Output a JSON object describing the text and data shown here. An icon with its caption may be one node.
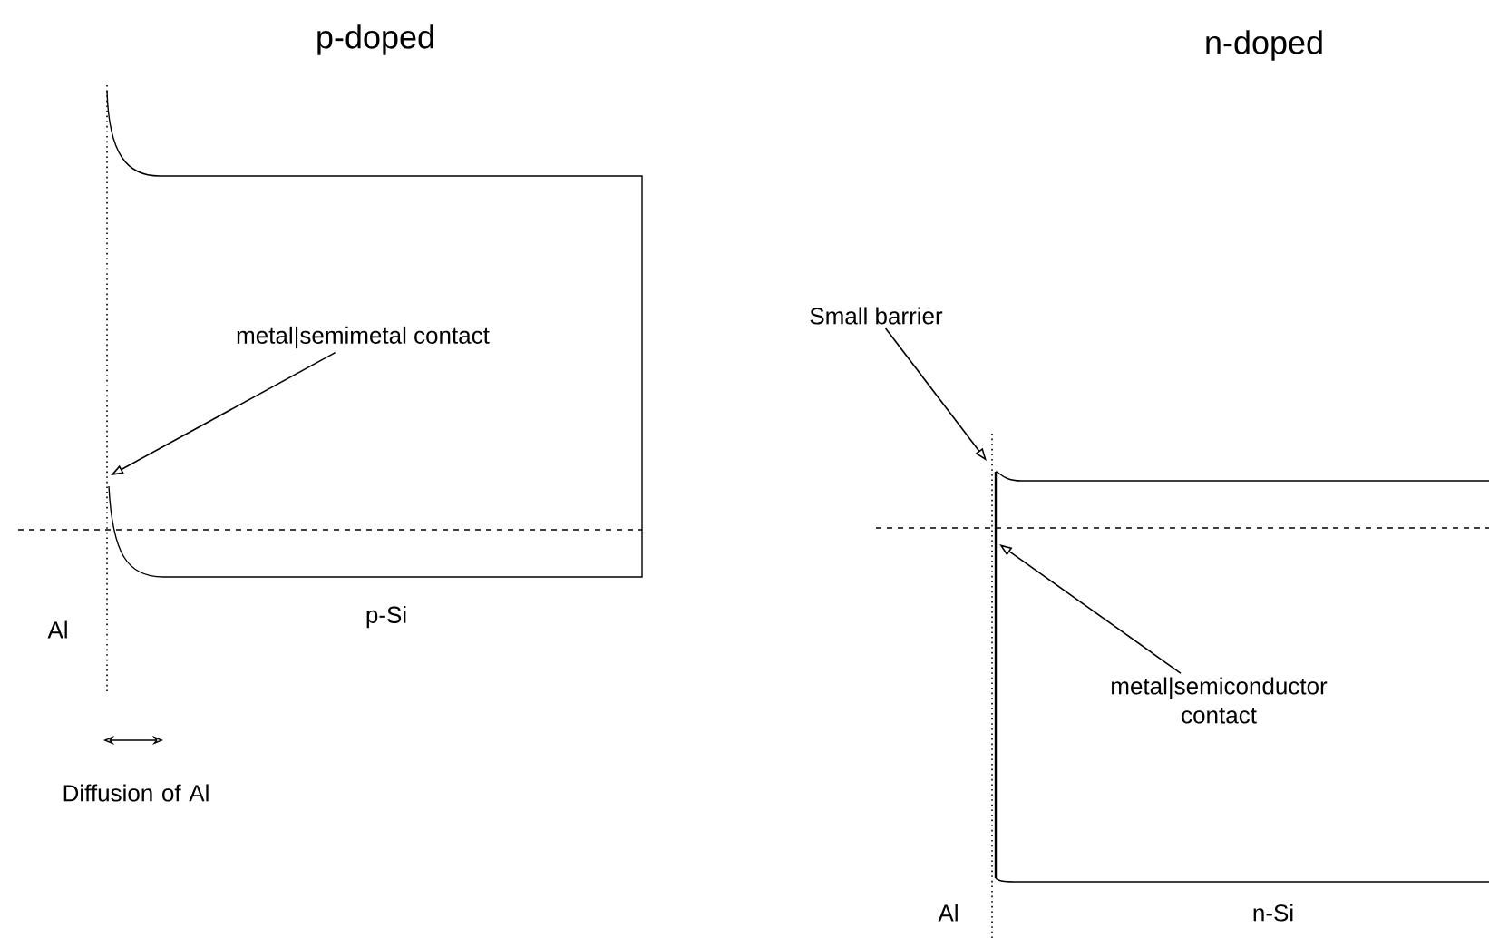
{
  "diagram": {
    "nodes": [
      {
        "text": [
          "metal|semimetal contact"
        ]
      },
      {
        "text": [
          "Small barrier"
        ]
      },
      {
        "text": [
          "metal|semiconductor contact"
        ]
      }
    ],
    "edges": [
      {
        "from": 0,
        "to": null,
        "arrow": "to"
      },
      {
        "from": 1,
        "to": null,
        "arrow": "to"
      },
      {
        "from": 2,
        "to": null,
        "arrow": "to"
      }
    ],
    "labels": [
      "p-doped",
      "n-doped",
      "Al",
      "p-Si",
      "Diffusion of Al",
      "Al",
      "n-Si"
    ]
  }
}
